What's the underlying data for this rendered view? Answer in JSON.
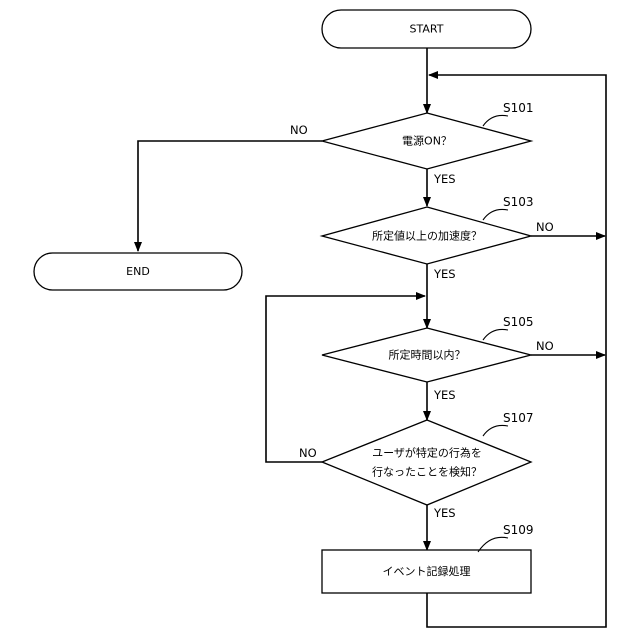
{
  "nodes": {
    "start": "START",
    "end": "END",
    "s101": "電源ON？",
    "s103": "所定値以上の加速度？",
    "s105": "所定時間以内？",
    "s107_line1": "ユーザが特定の行為を",
    "s107_line2": "行なったことを検知？",
    "s109": "イベント記録処理"
  },
  "step_ids": {
    "s101": "S101",
    "s103": "S103",
    "s105": "S105",
    "s107": "S107",
    "s109": "S109"
  },
  "branch_labels": {
    "s101_no": "NO",
    "s101_yes": "YES",
    "s103_no": "NO",
    "s103_yes": "YES",
    "s105_no": "NO",
    "s105_yes": "YES",
    "s107_no": "NO",
    "s107_yes": "YES"
  }
}
